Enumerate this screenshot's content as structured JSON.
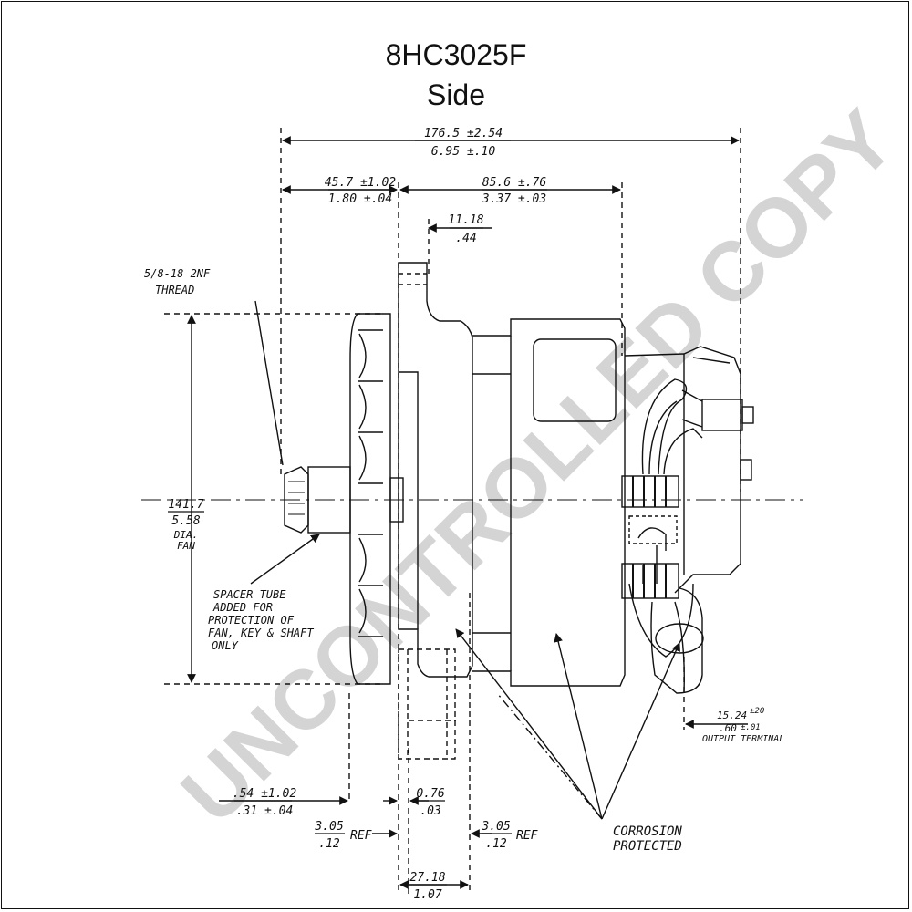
{
  "title": "8HC3025F",
  "view": "Side",
  "watermark": "UNCONTROLLED COPY",
  "dimensions": {
    "overall_mm": "176.5 ±2.54",
    "overall_in": "6.95 ±.10",
    "front_mm": "45.7 ±1.02",
    "front_in": "1.80 ±.04",
    "rear_mm": "85.6 ±.76",
    "rear_in": "3.37 ±.03",
    "flange_mm": "11.18",
    "flange_in": ".44",
    "fan_dia_mm": "141.7",
    "fan_dia_in": "5.58",
    "fan_dia_label1": "DIA.",
    "fan_dia_label2": "FAN",
    "hub_mm": ".54 ±1.02",
    "hub_in": ".31 ±.04",
    "gap_mm": "0.76",
    "gap_in": ".03",
    "ref_left_mm": "3.05",
    "ref_left_in": ".12",
    "ref_right_mm": "3.05",
    "ref_right_in": ".12",
    "ref_label": "REF",
    "bottom_mm": "27.18",
    "bottom_in": "1.07",
    "terminal_mm": "15.24",
    "terminal_mm_tol": "±20",
    "terminal_in": ".60",
    "terminal_in_tol": "±.01"
  },
  "notes": {
    "thread_line1": "5/8-18 2NF",
    "thread_line2": "THREAD",
    "spacer_line1": "SPACER TUBE",
    "spacer_line2": "ADDED FOR",
    "spacer_line3": "PROTECTION OF",
    "spacer_line4": "FAN, KEY & SHAFT",
    "spacer_line5": "ONLY",
    "output_terminal": "OUTPUT TERMINAL",
    "corrosion_line1": "CORROSION",
    "corrosion_line2": "PROTECTED"
  }
}
